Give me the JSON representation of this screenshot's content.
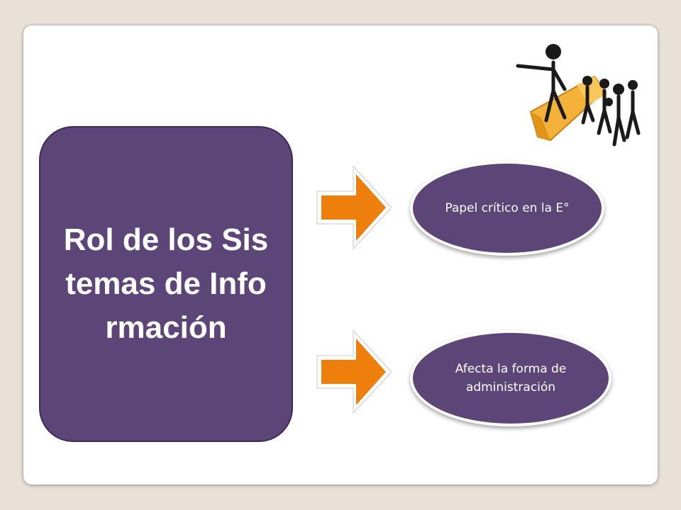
{
  "main": {
    "title": "Rol de los Sistemas de Información"
  },
  "items": [
    {
      "label": "Papel crítico en la E°"
    },
    {
      "label": "Afecta la forma de administración"
    }
  ],
  "colors": {
    "box": "#5c4577",
    "arrow": "#ee7f0b",
    "background": "#e8e1d8"
  },
  "illustration": {
    "icon": "leader-figures-arrow-icon"
  }
}
